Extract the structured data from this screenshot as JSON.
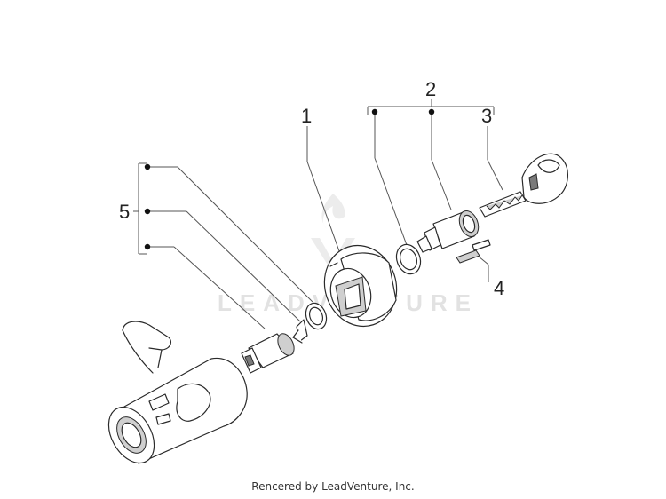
{
  "callouts": {
    "c1": "1",
    "c2": "2",
    "c3": "3",
    "c4": "4",
    "c5": "5"
  },
  "watermark": "LEADVENTURE",
  "footer": "Rencered by LeadVenture, Inc.",
  "colors": {
    "line": "#2a2a2a",
    "shade": "#cfcfcf",
    "dark": "#7a7a7a",
    "watermark": "#e2e2e2"
  }
}
